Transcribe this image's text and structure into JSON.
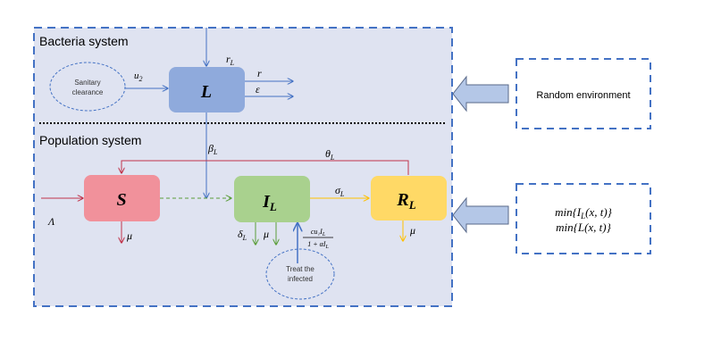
{
  "sections": {
    "bacteria_title": "Bacteria system",
    "population_title": "Population system"
  },
  "nodes": {
    "L": {
      "label": "L",
      "color": "#8faadc"
    },
    "S": {
      "label": "S",
      "color": "#f1919b"
    },
    "IL": {
      "label": "I",
      "sub": "L",
      "color": "#a9d18e"
    },
    "RL": {
      "label": "R",
      "sub": "L",
      "color": "#ffd966"
    }
  },
  "ellipses": {
    "sanitary_line1": "Sanitary",
    "sanitary_line2": "clearance",
    "treat_line1": "Treat the",
    "treat_line2": "infected"
  },
  "labels": {
    "u2": "u",
    "u2_sub": "2",
    "rL": "r",
    "rL_sub": "L",
    "r": "r",
    "epsilon": "ε",
    "betaL": "β",
    "betaL_sub": "L",
    "thetaL": "θ",
    "thetaL_sub": "L",
    "sigmaL": "σ",
    "sigmaL_sub": "L",
    "lambda": "Λ",
    "mu": "μ",
    "deltaL": "δ",
    "deltaL_sub": "L",
    "treat_num": "cu₁I",
    "treat_num_sub": "L",
    "treat_den": "1 + αI",
    "treat_den_sub": "L"
  },
  "side_boxes": {
    "random_env": "Random environment",
    "min1": "min{I",
    "min1_sub": "L",
    "min1_tail": "(x, t)}",
    "min2": "min{L(x, t)}"
  },
  "colors": {
    "border": "#4472c4",
    "panel_bg": "#dfe3f1",
    "blue_arrow": "#4472c4",
    "red_arrow": "#c0334a",
    "green_arrow": "#5b9e3a",
    "yellow_arrow": "#ffc000",
    "big_arrow_fill": "#b4c7e7"
  }
}
